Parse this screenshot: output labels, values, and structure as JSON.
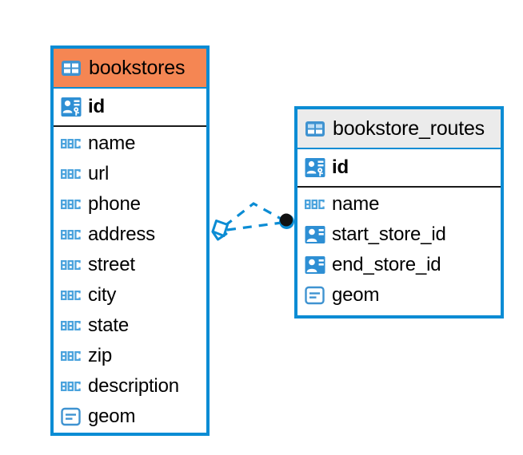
{
  "diagram": {
    "type": "entity-relationship-diagram",
    "background_color": "#ffffff",
    "accent_color": "#0b8cd4",
    "highlight_color": "#f58653",
    "neutral_header_color": "#ebebeb",
    "entities": [
      {
        "name": "bookstores",
        "header_style": "accent",
        "primary_key": {
          "label": "id",
          "icon": "primary-key-icon"
        },
        "fields": [
          {
            "label": "name",
            "icon": "text-type-icon"
          },
          {
            "label": "url",
            "icon": "text-type-icon"
          },
          {
            "label": "phone",
            "icon": "text-type-icon"
          },
          {
            "label": "address",
            "icon": "text-type-icon"
          },
          {
            "label": "street",
            "icon": "text-type-icon"
          },
          {
            "label": "city",
            "icon": "text-type-icon"
          },
          {
            "label": "state",
            "icon": "text-type-icon"
          },
          {
            "label": "zip",
            "icon": "text-type-icon"
          },
          {
            "label": "description",
            "icon": "text-type-icon"
          },
          {
            "label": "geom",
            "icon": "geometry-type-icon"
          }
        ]
      },
      {
        "name": "bookstore_routes",
        "header_style": "neutral",
        "primary_key": {
          "label": "id",
          "icon": "primary-key-icon"
        },
        "fields": [
          {
            "label": "name",
            "icon": "text-type-icon"
          },
          {
            "label": "start_store_id",
            "icon": "foreign-key-icon"
          },
          {
            "label": "end_store_id",
            "icon": "foreign-key-icon"
          },
          {
            "label": "geom",
            "icon": "geometry-type-icon"
          }
        ]
      }
    ],
    "relationships": [
      {
        "from": "bookstores",
        "to": "bookstore_routes",
        "line_style": "dashed",
        "source_marker": "open-diamond-marker",
        "target_marker": "filled-circle-marker"
      },
      {
        "from": "bookstores",
        "to": "bookstore_routes",
        "line_style": "dashed",
        "source_marker": "open-diamond-marker",
        "target_marker": "filled-circle-marker"
      }
    ]
  }
}
